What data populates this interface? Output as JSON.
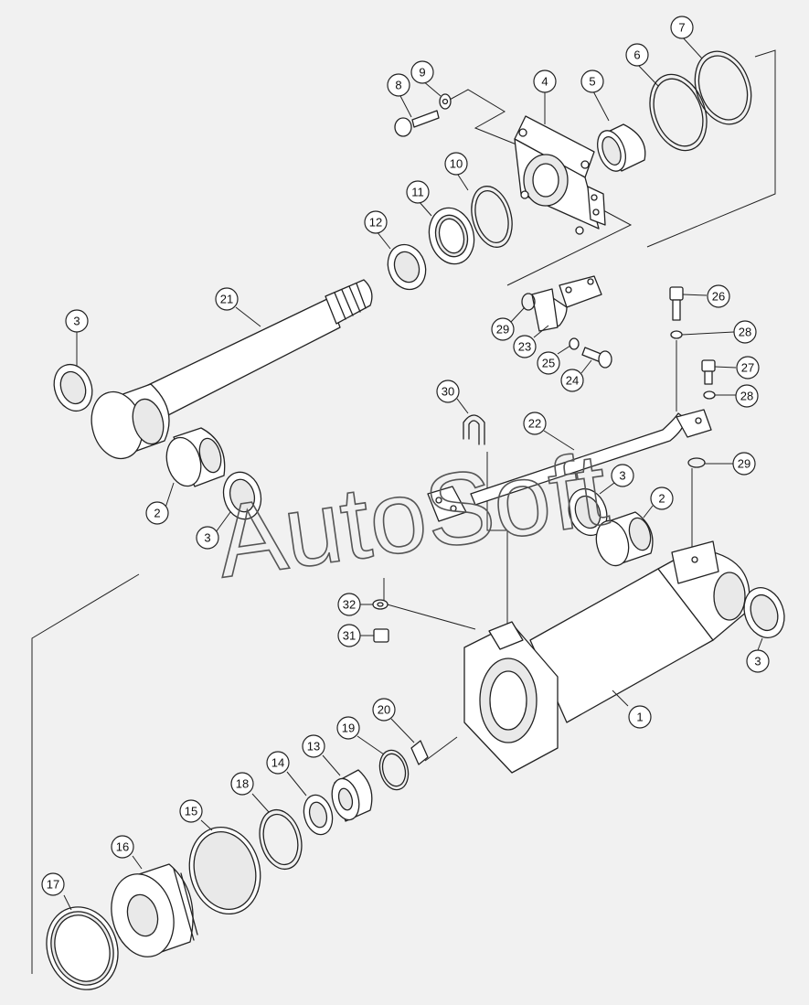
{
  "watermark": "AutoSoft",
  "callouts": [
    "1",
    "2",
    "2",
    "3",
    "3",
    "3",
    "3",
    "4",
    "5",
    "6",
    "7",
    "8",
    "9",
    "10",
    "11",
    "12",
    "13",
    "14",
    "15",
    "16",
    "17",
    "18",
    "19",
    "20",
    "21",
    "22",
    "23",
    "24",
    "25",
    "26",
    "27",
    "28",
    "28",
    "29",
    "29",
    "30",
    "31",
    "32"
  ],
  "colors": {
    "background": "#f1f1f1",
    "line": "#222222",
    "part_fill": "#ffffff"
  }
}
